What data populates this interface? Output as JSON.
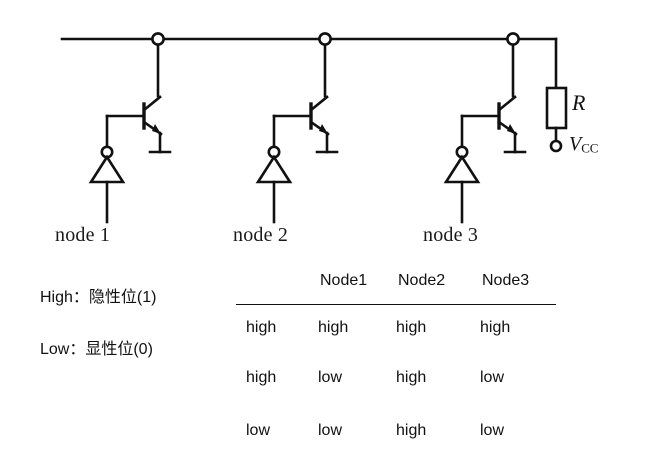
{
  "figure": {
    "kind": "can-bus-wired-and-schematic",
    "stroke_color": "#111111",
    "background_color": "#ffffff"
  },
  "schematic": {
    "bus_label": "",
    "nodes": [
      {
        "label": "node 1"
      },
      {
        "label": "node 2"
      },
      {
        "label": "node 3"
      }
    ],
    "resistor_label": "R",
    "supply_label_main": "V",
    "supply_label_sub": "CC",
    "icons": {
      "junction": "junction-dot-icon",
      "inverter": "inverter-gate-icon",
      "transistor": "npn-transistor-icon",
      "resistor": "resistor-icon",
      "terminal": "terminal-circle-icon",
      "ground": "ground-bar-icon"
    }
  },
  "legend": {
    "high": "High：隐性位(1)",
    "low": "Low：显性位(0)"
  },
  "truth_table": {
    "headers": [
      "",
      "Node1",
      "Node2",
      "Node3"
    ],
    "rows": [
      [
        "high",
        "high",
        "high",
        "high"
      ],
      [
        "high",
        "low",
        "high",
        "low"
      ],
      [
        "low",
        "low",
        "high",
        "low"
      ]
    ]
  }
}
